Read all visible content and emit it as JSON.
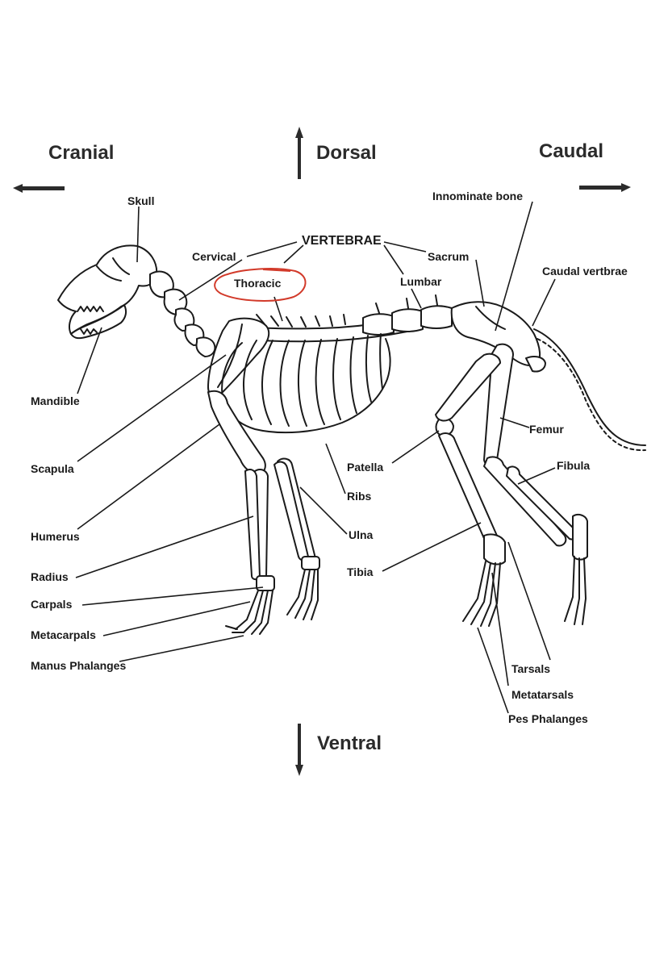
{
  "directions": {
    "cranial": "Cranial",
    "dorsal": "Dorsal",
    "caudal": "Caudal",
    "ventral": "Ventral"
  },
  "labels": {
    "skull": "Skull",
    "innominate": "Innominate bone",
    "vertebrae": "VERTEBRAE",
    "cervical": "Cervical",
    "sacrum": "Sacrum",
    "caudal_vert": "Caudal vertbrae",
    "thoracic": "Thoracic",
    "lumbar": "Lumbar",
    "mandible": "Mandible",
    "femur": "Femur",
    "scapula": "Scapula",
    "patella": "Patella",
    "fibula": "Fibula",
    "ribs": "Ribs",
    "humerus": "Humerus",
    "ulna": "Ulna",
    "radius": "Radius",
    "tibia": "Tibia",
    "carpals": "Carpals",
    "metacarpals": "Metacarpals",
    "manus_phalanges": "Manus Phalanges",
    "tarsals": "Tarsals",
    "metatarsals": "Metatarsals",
    "pes_phalanges": "Pes Phalanges"
  },
  "colors": {
    "highlight_circle": "#d23a2a"
  }
}
